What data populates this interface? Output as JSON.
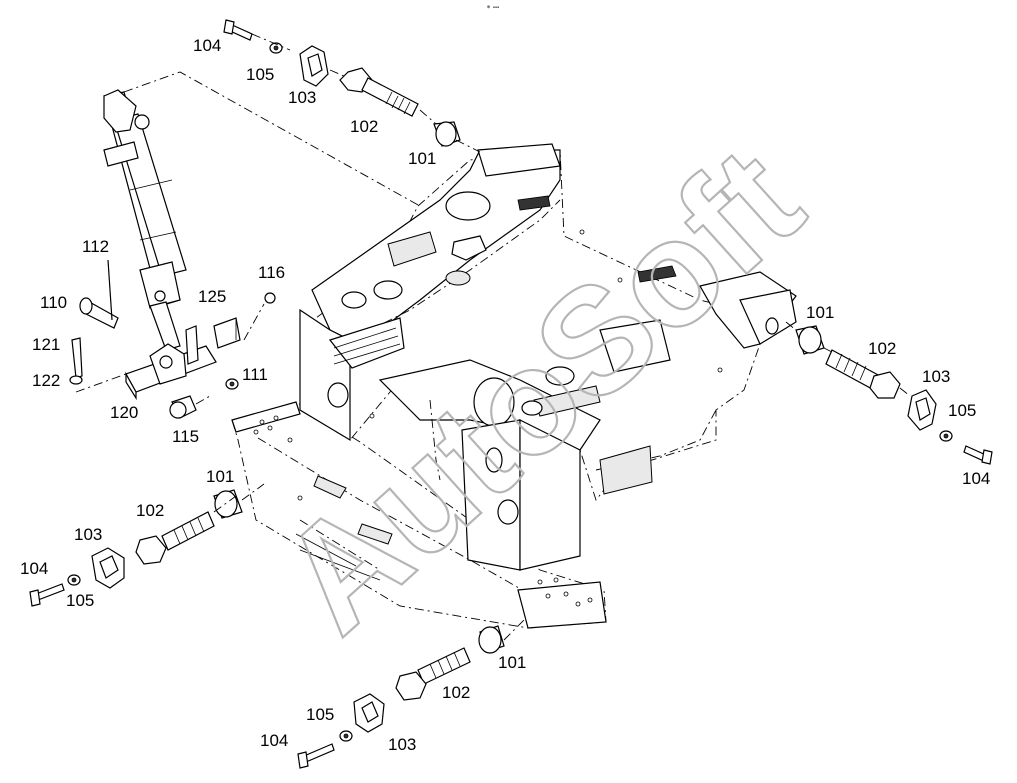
{
  "watermark": "AutoSoft",
  "corner_mark": "⁕ ▪▪▪",
  "callouts": {
    "tl_104": "104",
    "tl_105": "105",
    "tl_103": "103",
    "tl_102": "102",
    "tl_101": "101",
    "r_101": "101",
    "r_102": "102",
    "r_103": "103",
    "r_105": "105",
    "r_104": "104",
    "l_101": "101",
    "l_102": "102",
    "l_103": "103",
    "l_104": "104",
    "l_105": "105",
    "b_101": "101",
    "b_102": "102",
    "b_105": "105",
    "b_104": "104",
    "b_103": "103",
    "p112": "112",
    "p110": "110",
    "p125": "125",
    "p116": "116",
    "p121": "121",
    "p122": "122",
    "p111": "111",
    "p120": "120",
    "p115": "115"
  }
}
